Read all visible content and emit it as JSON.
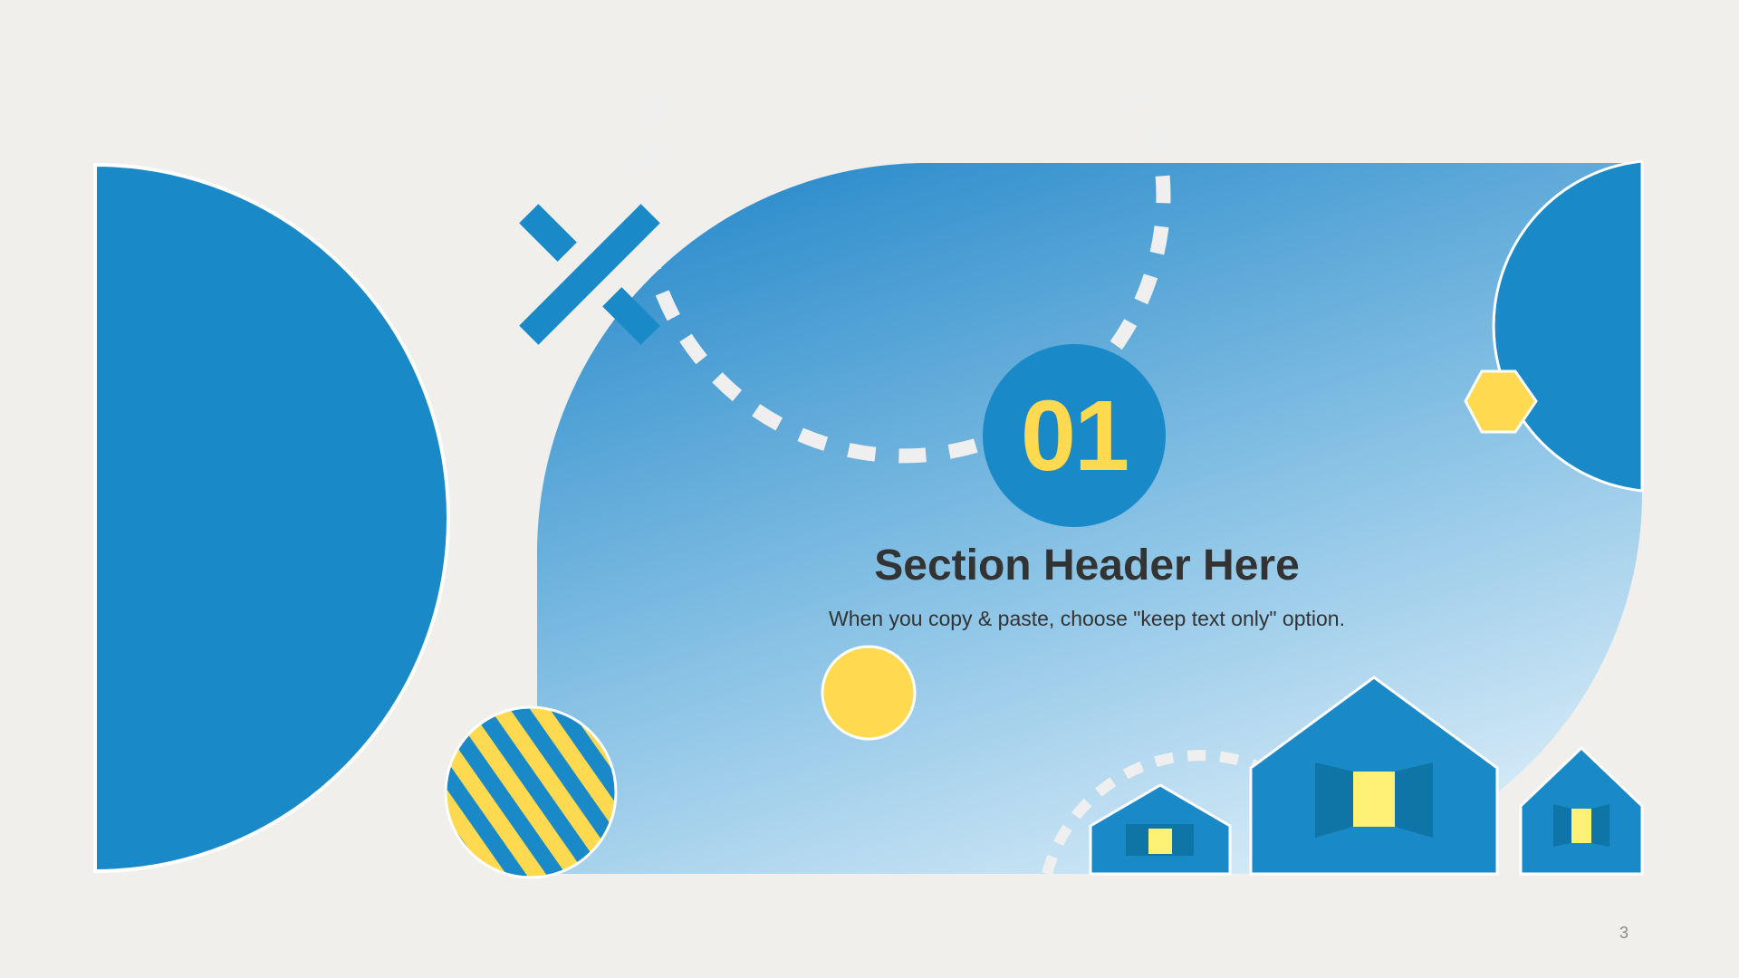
{
  "slide": {
    "number_badge": "01",
    "title": "Section Header Here",
    "subtitle": "When you copy & paste, choose \"keep text only\" option.",
    "page_number": "3"
  },
  "colors": {
    "background": "#f0efeb",
    "primary_blue": "#1a89c8",
    "dark_blue": "#0f74a6",
    "light_blue": "#cfe6f5",
    "accent_yellow": "#ffd94f",
    "window_yellow": "#fff176",
    "text_dark": "#333333",
    "dash_white": "#efefef"
  },
  "icons": {
    "cross_shape": "x-cross-icon",
    "house_small": "house-icon",
    "house_large": "house-icon",
    "house_right": "house-icon",
    "hexagon": "hexagon-icon",
    "striped_circle": "striped-circle-icon",
    "yellow_dot": "circle-icon"
  }
}
